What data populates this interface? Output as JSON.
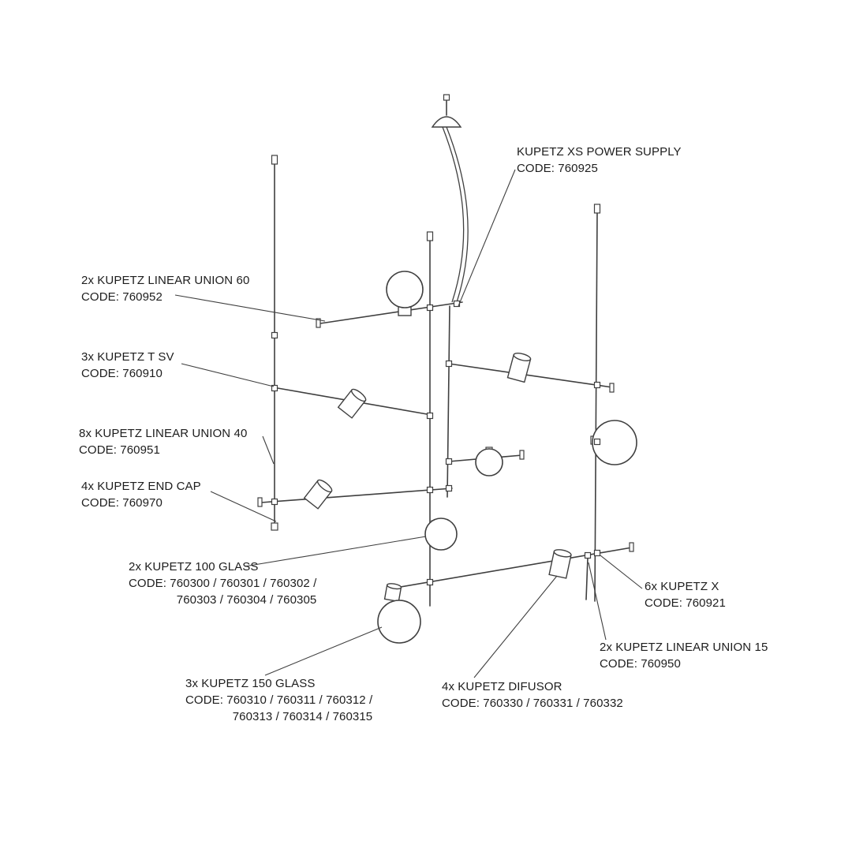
{
  "colors": {
    "background": "#ffffff",
    "line_art": "#3f3f3f",
    "text": "#1d1d1d"
  },
  "diagram": {
    "labels": {
      "power_supply": {
        "lines": [
          "KUPETZ XS POWER SUPPLY",
          "CODE: 760925"
        ]
      },
      "linear_union_60": {
        "lines": [
          "2x KUPETZ LINEAR UNION 60",
          "CODE: 760952"
        ]
      },
      "t_sv": {
        "lines": [
          "3x KUPETZ T SV",
          "CODE: 760910"
        ]
      },
      "linear_union_40": {
        "lines": [
          "8x KUPETZ LINEAR UNION 40",
          "CODE: 760951"
        ]
      },
      "end_cap": {
        "lines": [
          "4x KUPETZ END CAP",
          "CODE: 760970"
        ]
      },
      "glass_100": {
        "lines": [
          "2x KUPETZ 100 GLASS",
          "CODE: 760300 / 760301 / 760302 /",
          "760303 / 760304 / 760305"
        ]
      },
      "x_connector": {
        "lines": [
          "6x KUPETZ X",
          "CODE: 760921"
        ]
      },
      "linear_union_15": {
        "lines": [
          "2x KUPETZ LINEAR UNION 15",
          "CODE: 760950"
        ]
      },
      "glass_150": {
        "lines": [
          "3x KUPETZ 150 GLASS",
          "CODE: 760310 / 760311 / 760312 /",
          "760313 / 760314 / 760315"
        ]
      },
      "difusor": {
        "lines": [
          "4x KUPETZ DIFUSOR",
          "CODE: 760330 / 760331 / 760332"
        ]
      }
    }
  }
}
